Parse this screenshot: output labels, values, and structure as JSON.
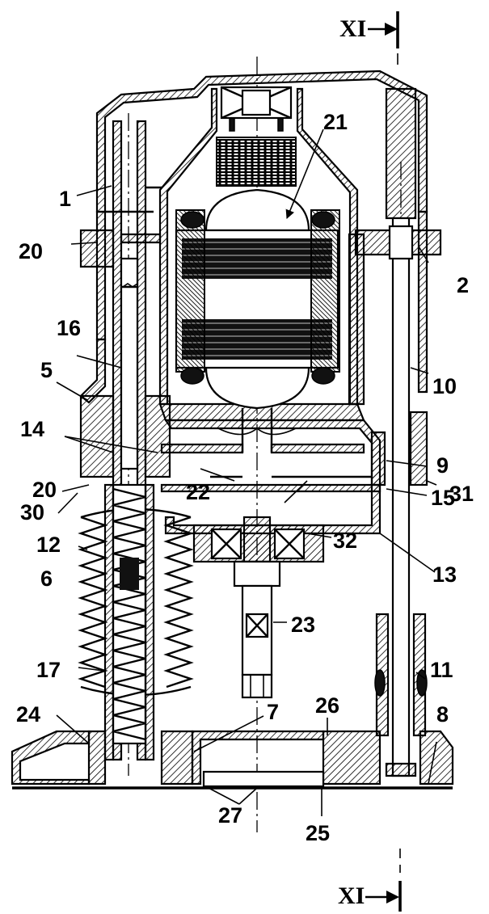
{
  "section": {
    "top_label": "XI",
    "bottom_label": "XI"
  },
  "labels": {
    "l1": "1",
    "l2": "2",
    "l5": "5",
    "l6": "6",
    "l7": "7",
    "l8": "8",
    "l9": "9",
    "l10": "10",
    "l11": "11",
    "l12": "12",
    "l13": "13",
    "l14": "14",
    "l15": "15",
    "l16": "16",
    "l17": "17",
    "l20a": "20",
    "l20b": "20",
    "l21": "21",
    "l22": "22",
    "l23": "23",
    "l24": "24",
    "l25": "25",
    "l26": "26",
    "l27": "27",
    "l30": "30",
    "l31": "31",
    "l32": "32"
  }
}
